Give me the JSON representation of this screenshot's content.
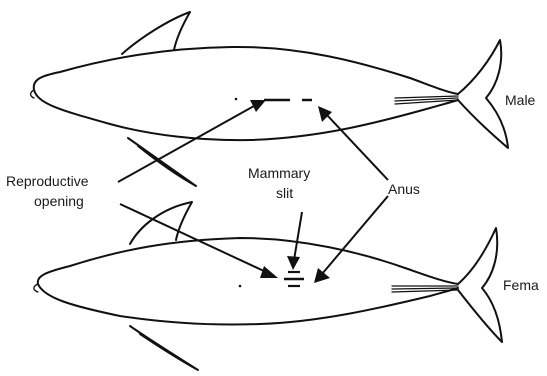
{
  "labels": {
    "male": "Male",
    "female": "Fema",
    "reproductive_line1": "Reproductive",
    "reproductive_line2": "opening",
    "mammary_line1": "Mammary",
    "mammary_line2": "slit",
    "anus": "Anus"
  }
}
